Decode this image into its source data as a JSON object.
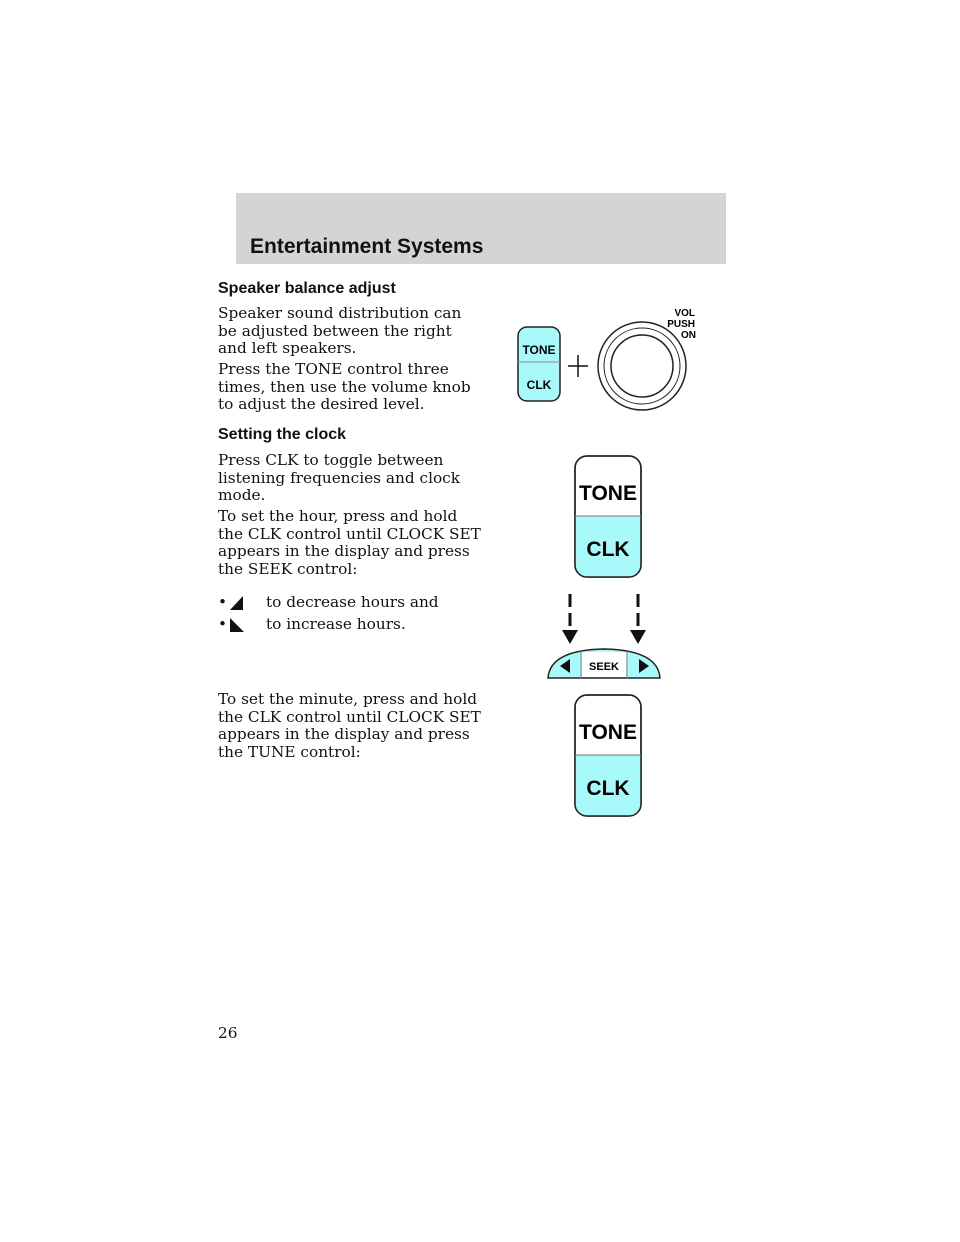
{
  "header": {
    "title": "Entertainment Systems"
  },
  "section_balance": {
    "heading": "Speaker balance adjust",
    "para1": "Speaker sound distribution can be adjusted between the right and left speakers.",
    "para2": "Press the TONE control three times, then use the volume knob to adjust the desired level."
  },
  "section_clock": {
    "heading": "Setting the clock",
    "para1": "Press CLK to toggle between listening frequencies and clock mode.",
    "para2": "To set the hour, press and hold the CLK control until CLOCK SET appears in the display and press the SEEK control:",
    "bullets": [
      {
        "icon": "triangle-left-icon",
        "text": "to decrease hours and"
      },
      {
        "icon": "triangle-right-icon",
        "text": "to increase hours."
      }
    ],
    "para3": "To set the minute, press and hold the CLK control until CLOCK SET appears in the display and press the TUNE control:"
  },
  "figures": {
    "fig1": {
      "button_top": "TONE",
      "button_bottom": "CLK",
      "knob_label_1": "VOL",
      "knob_label_2": "PUSH",
      "knob_label_3": "ON"
    },
    "fig2": {
      "button_top": "TONE",
      "button_bottom": "CLK"
    },
    "fig3": {
      "seek_label": "SEEK"
    },
    "fig4": {
      "button_top": "TONE",
      "button_bottom": "CLK"
    }
  },
  "colors": {
    "button_fill": "#a8fafa",
    "header_band": "#d4d4d4"
  },
  "footer": {
    "page_number": "26"
  }
}
